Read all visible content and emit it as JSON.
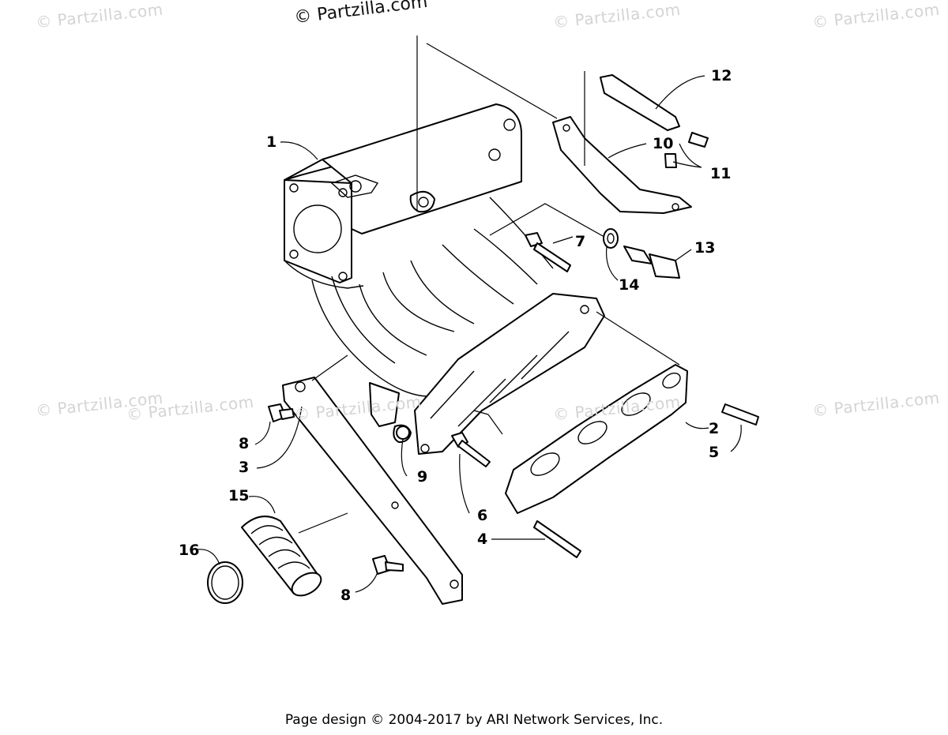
{
  "watermarks": [
    "© Partzilla.com",
    "© Partzilla.com",
    "© Partzilla.com",
    "© Partzilla.com",
    "© Partzilla.com",
    "© Partzilla.com",
    "© Partzilla.com",
    "© Partzilla.com"
  ],
  "source_mark": "© Partzilla.com",
  "callouts": [
    "1",
    "2",
    "3",
    "4",
    "5",
    "6",
    "7",
    "8",
    "8",
    "9",
    "10",
    "11",
    "12",
    "13",
    "14",
    "15",
    "16"
  ],
  "footer": "Page design © 2004-2017 by ARI Network Services, Inc."
}
